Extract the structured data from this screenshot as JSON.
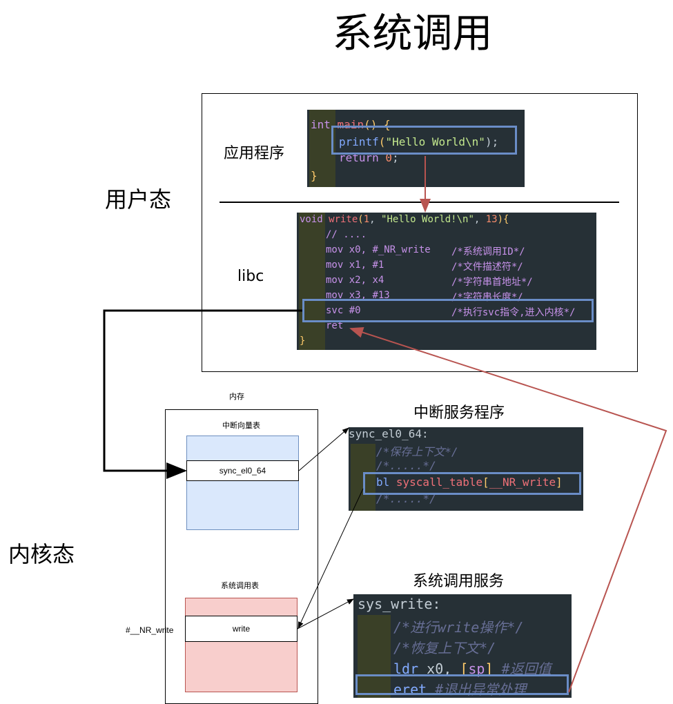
{
  "title": "系统调用",
  "labels": {
    "user_mode": "用户态",
    "kernel_mode": "内核态",
    "application": "应用程序",
    "libc": "libc",
    "memory": "内存",
    "interrupt_vector_table": "中断向量表",
    "syscall_table": "系统调用表",
    "nr_write": "#__NR_write",
    "interrupt_service": "中断服务程序",
    "syscall_service": "系统调用服务"
  },
  "memory": {
    "vector_entry": "sync_el0_64",
    "syscall_entry": "write"
  },
  "app_code": {
    "line1": {
      "kw": "int",
      "fn": " main",
      "p": "() ",
      "b": "{"
    },
    "line2": {
      "fn": "printf",
      "p1": "(",
      "s": "\"Hello World\\n\"",
      "p2": ");"
    },
    "line3": {
      "kw": "return",
      "n": " 0",
      "p": ";"
    },
    "line4": "}"
  },
  "libc_code": {
    "sig": {
      "kw": "void",
      "fn": " write",
      "p1": "(",
      "n1": "1",
      "p2": ", ",
      "s": "\"Hello World!\\n\"",
      "p3": ", ",
      "n2": "13",
      "p4": ")",
      "b": "{"
    },
    "lines": [
      {
        "op": "// ....",
        "args": "",
        "cm": ""
      },
      {
        "op": "mov",
        "args": " x0, #_NR_write",
        "cm": "/*系统调用ID*/"
      },
      {
        "op": "mov",
        "args": " x1, #1",
        "cm": "/*文件描述符*/"
      },
      {
        "op": "mov",
        "args": " x2, x4",
        "cm": "/*字符串首地址*/"
      },
      {
        "op": "mov",
        "args": " x3, #13",
        "cm": "/*字符串长度*/"
      },
      {
        "op": "svc",
        "args": " #0",
        "cm": "/*执行svc指令,进入内核*/"
      },
      {
        "op": "ret",
        "args": "",
        "cm": ""
      }
    ],
    "close": "}"
  },
  "isr_code": {
    "label": "sync_el0_64:",
    "c1": "/*保存上下文*/",
    "c2": "/*.....*/",
    "call": {
      "op": "bl",
      "fn": " syscall_table",
      "b1": "[",
      "arg": "__NR_write",
      "b2": "]"
    },
    "c3": "/*.....*/"
  },
  "svc_code": {
    "label": "sys_write:",
    "c1": "/*进行write操作*/",
    "c2": "/*恢复上下文*/",
    "ldr": {
      "op": "ldr",
      "a1": " x0, ",
      "b1": "[",
      "reg": "sp",
      "b2": "]",
      "cm": " #返回值"
    },
    "eret": {
      "op": "eret",
      "cm": " #退出异常处理"
    }
  },
  "colors": {
    "highlight": "#6a8dc7",
    "return_arrow": "#b85450",
    "code_bg": "#263036"
  }
}
